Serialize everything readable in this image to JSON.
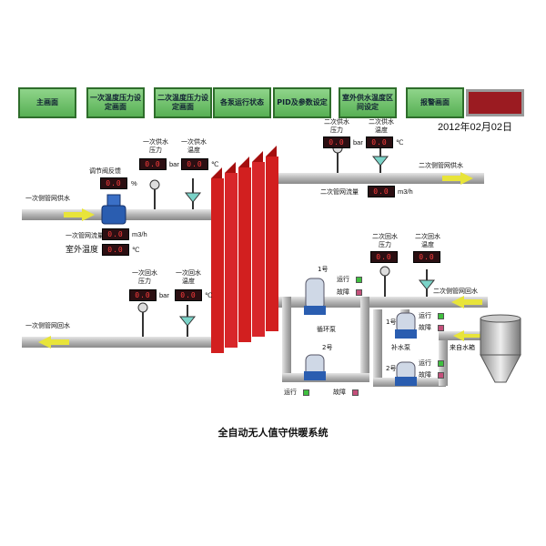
{
  "nav": {
    "buttons": [
      "主画面",
      "一次温度压力设定画面",
      "二次温度压力设定画面",
      "各泵运行状态",
      "PID及参数设定",
      "室外供水温度区间设定",
      "报警画面"
    ]
  },
  "date": "2012年02月02日",
  "primary": {
    "supply_pipe": "一次侧管网供水",
    "return_pipe": "一次侧管网回水",
    "valve_feedback_label": "调节阀反馈",
    "valve_feedback_value": "0.0",
    "valve_feedback_unit": "%",
    "supply_pressure_label": "一次供水压力",
    "supply_pressure_value": "0.0",
    "supply_pressure_unit": "bar",
    "supply_temp_label": "一次供水温度",
    "supply_temp_value": "0.0",
    "supply_temp_unit": "℃",
    "flow_label": "一次管网流量",
    "flow_value": "0.0",
    "flow_unit": "m3/h",
    "outdoor_temp_label": "室外温度",
    "outdoor_temp_value": "0.0",
    "outdoor_temp_unit": "℃",
    "return_pressure_label": "一次回水压力",
    "return_pressure_value": "0.0",
    "return_pressure_unit": "bar",
    "return_temp_label": "一次回水温度",
    "return_temp_value": "0.0",
    "return_temp_unit": "℃"
  },
  "secondary": {
    "supply_pipe": "二次侧管网供水",
    "return_pipe": "二次侧管网回水",
    "supply_pressure_label": "二次供水压力",
    "supply_pressure_value": "0.0",
    "supply_pressure_unit": "bar",
    "supply_temp_label": "二次供水温度",
    "supply_temp_value": "0.0",
    "supply_temp_unit": "℃",
    "flow_label": "二次管网流量",
    "flow_value": "0.0",
    "flow_unit": "m3/h",
    "return_pressure_label": "二次回水压力",
    "return_pressure_value": "0.0",
    "return_pressure_unit": "bar",
    "return_temp_label": "二次回水温度",
    "return_temp_value": "0.0",
    "return_temp_unit": "℃"
  },
  "pumps": {
    "circulation_label": "循环泵",
    "makeup_label": "补水泵",
    "pump1": "1号",
    "pump2": "2号",
    "run": "运行",
    "fault": "故障",
    "water_tank": "来自水箱"
  },
  "caption": "全自动无人值守供暖系统",
  "colors": {
    "nav_green": "#57b054",
    "pipe_gray": "#b9b9b9",
    "flow_arrow": "#e8e43a",
    "heat_exchanger_red": "#d21f1f",
    "display_red": "#ff3c3c",
    "alarm_red": "#9b1b21"
  }
}
